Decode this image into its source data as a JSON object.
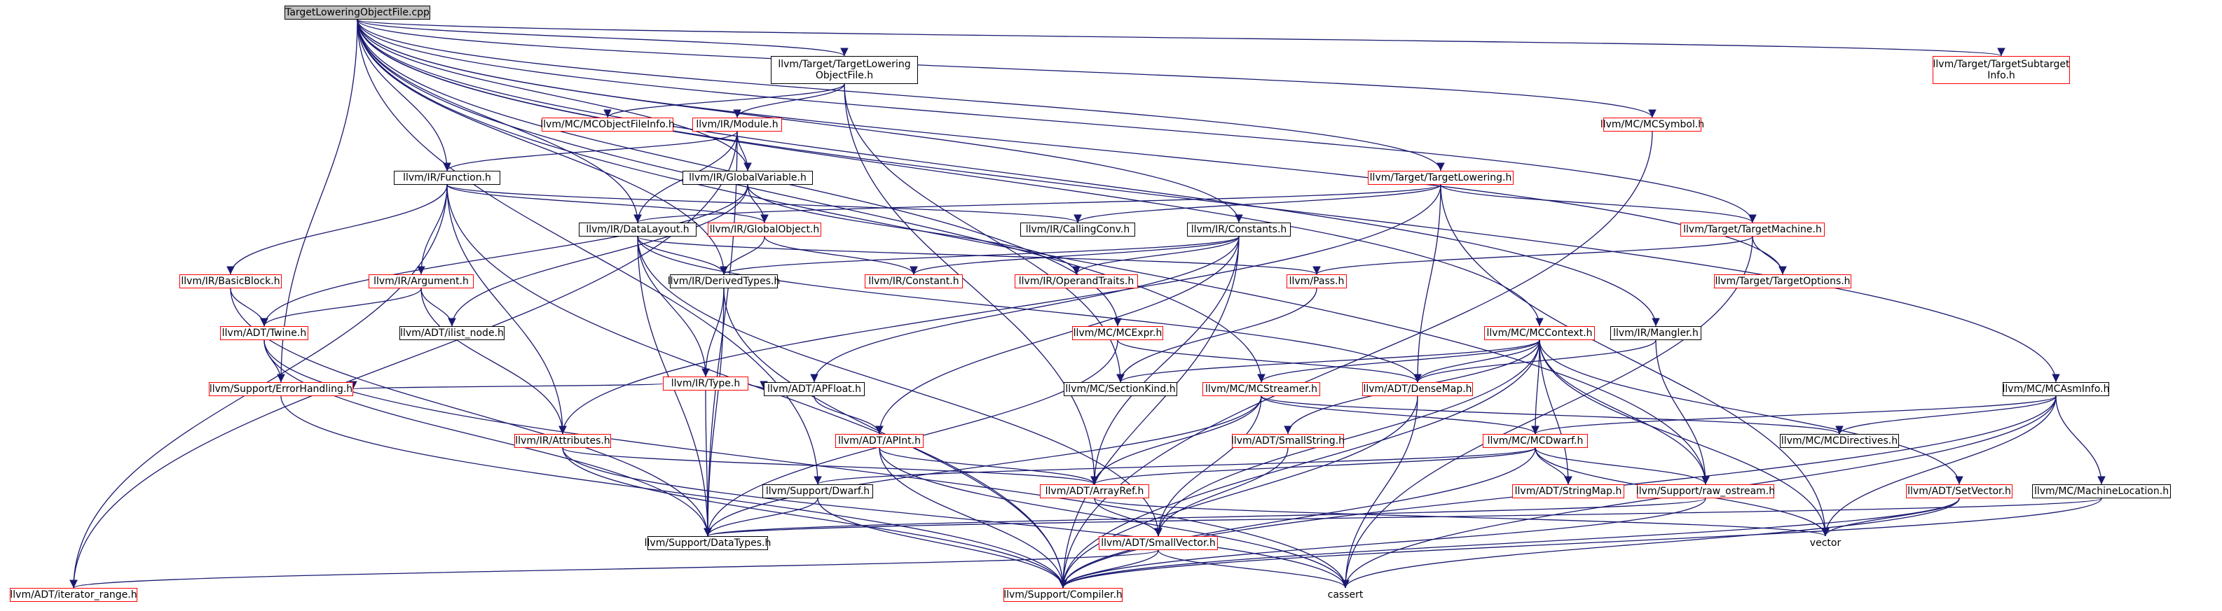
{
  "diagram": {
    "title": "TargetLoweringObjectFile.cpp",
    "edge_color": "#191970",
    "colors": {
      "root_fill": "#bfbfbf",
      "documented_border": "#000000",
      "undocumented_border": "#ff0000",
      "system": "#ffffff"
    },
    "nodes": [
      {
        "id": "root",
        "label": "TargetLoweringObjectFile.cpp",
        "style": "root"
      },
      {
        "id": "tlof_h",
        "label": "llvm/Target/TargetLowering\nObjectFile.h",
        "style": "dark"
      },
      {
        "id": "subtarget",
        "label": "llvm/Target/TargetSubtarget\nInfo.h",
        "style": "red"
      },
      {
        "id": "objfileinfo",
        "label": "llvm/MC/MCObjectFileInfo.h",
        "style": "red"
      },
      {
        "id": "module",
        "label": "llvm/IR/Module.h",
        "style": "red"
      },
      {
        "id": "mcsymbol",
        "label": "llvm/MC/MCSymbol.h",
        "style": "red"
      },
      {
        "id": "function",
        "label": "llvm/IR/Function.h",
        "style": "dark"
      },
      {
        "id": "globalvariable",
        "label": "llvm/IR/GlobalVariable.h",
        "style": "dark"
      },
      {
        "id": "targetlowering",
        "label": "llvm/Target/TargetLowering.h",
        "style": "red"
      },
      {
        "id": "datalayout",
        "label": "llvm/IR/DataLayout.h",
        "style": "dark"
      },
      {
        "id": "globalobject",
        "label": "llvm/IR/GlobalObject.h",
        "style": "red"
      },
      {
        "id": "callingconv",
        "label": "llvm/IR/CallingConv.h",
        "style": "dark"
      },
      {
        "id": "constants",
        "label": "llvm/IR/Constants.h",
        "style": "dark"
      },
      {
        "id": "targetmachine",
        "label": "llvm/Target/TargetMachine.h",
        "style": "red"
      },
      {
        "id": "basicblock",
        "label": "llvm/IR/BasicBlock.h",
        "style": "red"
      },
      {
        "id": "argument",
        "label": "llvm/IR/Argument.h",
        "style": "red"
      },
      {
        "id": "derivedtypes",
        "label": "llvm/IR/DerivedTypes.h",
        "style": "dark"
      },
      {
        "id": "irconstant",
        "label": "llvm/IR/Constant.h",
        "style": "red"
      },
      {
        "id": "operandtraits",
        "label": "llvm/IR/OperandTraits.h",
        "style": "red"
      },
      {
        "id": "pass",
        "label": "llvm/Pass.h",
        "style": "red"
      },
      {
        "id": "targetoptions",
        "label": "llvm/Target/TargetOptions.h",
        "style": "red"
      },
      {
        "id": "twine",
        "label": "llvm/ADT/Twine.h",
        "style": "red"
      },
      {
        "id": "ilistnode",
        "label": "llvm/ADT/ilist_node.h",
        "style": "dark"
      },
      {
        "id": "mcexpr",
        "label": "llvm/MC/MCExpr.h",
        "style": "red"
      },
      {
        "id": "mccontext",
        "label": "llvm/MC/MCContext.h",
        "style": "red"
      },
      {
        "id": "mangler",
        "label": "llvm/IR/Mangler.h",
        "style": "dark"
      },
      {
        "id": "irtype",
        "label": "llvm/IR/Type.h",
        "style": "red"
      },
      {
        "id": "errorhandling",
        "label": "llvm/Support/ErrorHandling.h",
        "style": "red"
      },
      {
        "id": "apfloat",
        "label": "llvm/ADT/APFloat.h",
        "style": "dark"
      },
      {
        "id": "sectionkind",
        "label": "llvm/MC/SectionKind.h",
        "style": "dark"
      },
      {
        "id": "mcstreamer",
        "label": "llvm/MC/MCStreamer.h",
        "style": "red"
      },
      {
        "id": "densemap",
        "label": "llvm/ADT/DenseMap.h",
        "style": "red"
      },
      {
        "id": "mcasminfo",
        "label": "llvm/MC/MCAsmInfo.h",
        "style": "dark"
      },
      {
        "id": "attributes",
        "label": "llvm/IR/Attributes.h",
        "style": "red"
      },
      {
        "id": "apint",
        "label": "llvm/ADT/APInt.h",
        "style": "red"
      },
      {
        "id": "smallstring",
        "label": "llvm/ADT/SmallString.h",
        "style": "red"
      },
      {
        "id": "mcdwarf",
        "label": "llvm/MC/MCDwarf.h",
        "style": "red"
      },
      {
        "id": "mcdirectives",
        "label": "llvm/MC/MCDirectives.h",
        "style": "dark"
      },
      {
        "id": "dwarf",
        "label": "llvm/Support/Dwarf.h",
        "style": "dark"
      },
      {
        "id": "arrayref",
        "label": "llvm/ADT/ArrayRef.h",
        "style": "red"
      },
      {
        "id": "stringmap",
        "label": "llvm/ADT/StringMap.h",
        "style": "red"
      },
      {
        "id": "rawostream",
        "label": "llvm/Support/raw_ostream.h",
        "style": "red"
      },
      {
        "id": "setvector",
        "label": "llvm/ADT/SetVector.h",
        "style": "red"
      },
      {
        "id": "machinelocation",
        "label": "llvm/MC/MachineLocation.h",
        "style": "dark"
      },
      {
        "id": "datatypes",
        "label": "llvm/Support/DataTypes.h",
        "style": "dark"
      },
      {
        "id": "vector",
        "label": "vector",
        "style": "plain"
      },
      {
        "id": "smallvector",
        "label": "llvm/ADT/SmallVector.h",
        "style": "red"
      },
      {
        "id": "iteratorrange",
        "label": "llvm/ADT/iterator_range.h",
        "style": "red"
      },
      {
        "id": "compiler",
        "label": "llvm/Support/Compiler.h",
        "style": "red"
      },
      {
        "id": "cassert",
        "label": "cassert",
        "style": "plain"
      }
    ],
    "edges": [
      [
        "root",
        "tlof_h"
      ],
      [
        "root",
        "subtarget"
      ],
      [
        "root",
        "mcsymbol"
      ],
      [
        "root",
        "function"
      ],
      [
        "root",
        "globalvariable"
      ],
      [
        "root",
        "targetlowering"
      ],
      [
        "root",
        "datalayout"
      ],
      [
        "root",
        "constants"
      ],
      [
        "root",
        "targetmachine"
      ],
      [
        "root",
        "mcexpr"
      ],
      [
        "root",
        "mccontext"
      ],
      [
        "root",
        "mangler"
      ],
      [
        "root",
        "mcstreamer"
      ],
      [
        "root",
        "mcasminfo"
      ],
      [
        "root",
        "derivedtypes"
      ],
      [
        "root",
        "errorhandling"
      ],
      [
        "root",
        "dwarf"
      ],
      [
        "root",
        "targetoptions"
      ],
      [
        "root",
        "rawostream"
      ],
      [
        "tlof_h",
        "objfileinfo"
      ],
      [
        "tlof_h",
        "module"
      ],
      [
        "tlof_h",
        "arrayref"
      ],
      [
        "tlof_h",
        "sectionkind"
      ],
      [
        "module",
        "function"
      ],
      [
        "module",
        "globalvariable"
      ],
      [
        "module",
        "datalayout"
      ],
      [
        "module",
        "iteratorrange"
      ],
      [
        "module",
        "datatypes"
      ],
      [
        "function",
        "callingconv"
      ],
      [
        "function",
        "globalobject"
      ],
      [
        "function",
        "basicblock"
      ],
      [
        "function",
        "argument"
      ],
      [
        "function",
        "attributes"
      ],
      [
        "function",
        "compiler"
      ],
      [
        "function",
        "iteratorrange"
      ],
      [
        "globalvariable",
        "globalobject"
      ],
      [
        "globalvariable",
        "operandtraits"
      ],
      [
        "globalvariable",
        "ilistnode"
      ],
      [
        "globalvariable",
        "twine"
      ],
      [
        "targetlowering",
        "callingconv"
      ],
      [
        "targetlowering",
        "targetmachine"
      ],
      [
        "targetlowering",
        "datalayout"
      ],
      [
        "targetlowering",
        "densemap"
      ],
      [
        "targetlowering",
        "attributes"
      ],
      [
        "targetlowering",
        "vector"
      ],
      [
        "datalayout",
        "derivedtypes"
      ],
      [
        "datalayout",
        "pass"
      ],
      [
        "datalayout",
        "irtype"
      ],
      [
        "datalayout",
        "densemap"
      ],
      [
        "datalayout",
        "smallvector"
      ],
      [
        "datalayout",
        "datatypes"
      ],
      [
        "globalobject",
        "derivedtypes"
      ],
      [
        "globalobject",
        "irconstant"
      ],
      [
        "constants",
        "irconstant"
      ],
      [
        "constants",
        "operandtraits"
      ],
      [
        "constants",
        "derivedtypes"
      ],
      [
        "constants",
        "apint"
      ],
      [
        "constants",
        "apfloat"
      ],
      [
        "constants",
        "arrayref"
      ],
      [
        "constants",
        "compiler"
      ],
      [
        "targetmachine",
        "pass"
      ],
      [
        "targetmachine",
        "targetoptions"
      ],
      [
        "targetmachine",
        "cassert"
      ],
      [
        "basicblock",
        "twine"
      ],
      [
        "basicblock",
        "datatypes"
      ],
      [
        "argument",
        "twine"
      ],
      [
        "argument",
        "ilistnode"
      ],
      [
        "argument",
        "attributes"
      ],
      [
        "derivedtypes",
        "irtype"
      ],
      [
        "derivedtypes",
        "datatypes"
      ],
      [
        "derivedtypes",
        "compiler"
      ],
      [
        "pass",
        "sectionkind"
      ],
      [
        "twine",
        "errorhandling"
      ],
      [
        "twine",
        "datatypes"
      ],
      [
        "twine",
        "cassert"
      ],
      [
        "mcexpr",
        "datatypes"
      ],
      [
        "mcexpr",
        "densemap"
      ],
      [
        "mccontext",
        "sectionkind"
      ],
      [
        "mccontext",
        "densemap"
      ],
      [
        "mccontext",
        "mcstreamer"
      ],
      [
        "mccontext",
        "smallstring"
      ],
      [
        "mccontext",
        "mcdwarf"
      ],
      [
        "mccontext",
        "stringmap"
      ],
      [
        "mccontext",
        "rawostream"
      ],
      [
        "mccontext",
        "setvector"
      ],
      [
        "mccontext",
        "smallvector"
      ],
      [
        "mccontext",
        "compiler"
      ],
      [
        "mccontext",
        "vector"
      ],
      [
        "mangler",
        "densemap"
      ],
      [
        "mangler",
        "rawostream"
      ],
      [
        "irtype",
        "apfloat"
      ],
      [
        "irtype",
        "errorhandling"
      ],
      [
        "irtype",
        "datatypes"
      ],
      [
        "errorhandling",
        "compiler"
      ],
      [
        "apfloat",
        "apint"
      ],
      [
        "mcstreamer",
        "arrayref"
      ],
      [
        "mcstreamer",
        "smallvector"
      ],
      [
        "mcstreamer",
        "mcdwarf"
      ],
      [
        "mcstreamer",
        "datatypes"
      ],
      [
        "mcstreamer",
        "mcdirectives"
      ],
      [
        "densemap",
        "compiler"
      ],
      [
        "densemap",
        "cassert"
      ],
      [
        "mcasminfo",
        "mcdirectives"
      ],
      [
        "mcasminfo",
        "mcdwarf"
      ],
      [
        "mcasminfo",
        "machinelocation"
      ],
      [
        "mcasminfo",
        "vector"
      ],
      [
        "mcasminfo",
        "cassert"
      ],
      [
        "mcasminfo",
        "compiler"
      ],
      [
        "attributes",
        "arrayref"
      ],
      [
        "attributes",
        "compiler"
      ],
      [
        "attributes",
        "cassert"
      ],
      [
        "apint",
        "arrayref"
      ],
      [
        "apint",
        "compiler"
      ],
      [
        "apint",
        "cassert"
      ],
      [
        "smallstring",
        "smallvector"
      ],
      [
        "mcdwarf",
        "dwarf"
      ],
      [
        "mcdwarf",
        "stringmap"
      ],
      [
        "mcdwarf",
        "rawostream"
      ],
      [
        "mcdwarf",
        "compiler"
      ],
      [
        "mcdwarf",
        "arrayref"
      ],
      [
        "mcdwarf",
        "vector"
      ],
      [
        "dwarf",
        "datatypes"
      ],
      [
        "dwarf",
        "compiler"
      ],
      [
        "arrayref",
        "smallvector"
      ],
      [
        "arrayref",
        "vector"
      ],
      [
        "rawostream",
        "compiler"
      ],
      [
        "rawostream",
        "datatypes"
      ],
      [
        "setvector",
        "vector"
      ],
      [
        "setvector",
        "compiler"
      ],
      [
        "setvector",
        "cassert"
      ],
      [
        "machinelocation",
        "datatypes"
      ],
      [
        "machinelocation",
        "compiler"
      ],
      [
        "smallvector",
        "compiler"
      ],
      [
        "smallvector",
        "cassert"
      ],
      [
        "smallvector",
        "iteratorrange"
      ],
      [
        "mcsymbol",
        "compiler"
      ]
    ]
  }
}
